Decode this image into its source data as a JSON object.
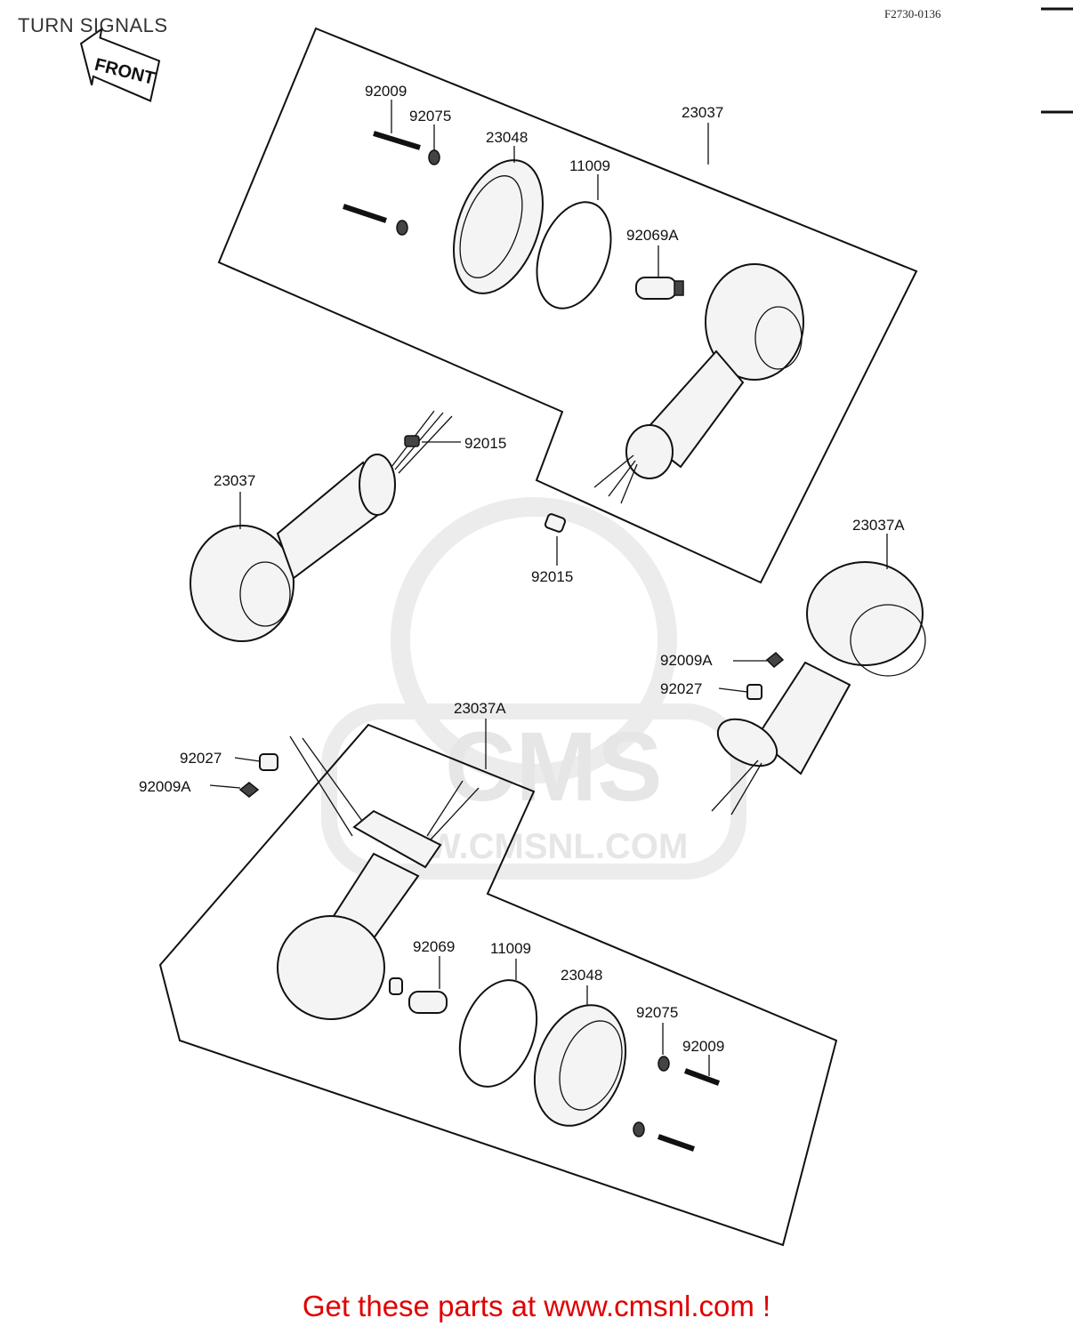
{
  "header": {
    "title": "TURN SIGNALS",
    "figure_code": "F2730-0136",
    "front_arrow": "FRONT"
  },
  "watermark": {
    "brand": "CMS",
    "url": "W.CMSNL.COM"
  },
  "callouts": {
    "p92009_top": "92009",
    "p92075_top": "92075",
    "p23048_top": "23048",
    "p11009_top": "11009",
    "p23037_top": "23037",
    "p92069A": "92069A",
    "p92015_upper": "92015",
    "p23037_left": "23037",
    "p92015_lower": "92015",
    "p23037A_right": "23037A",
    "p92009A_right": "92009A",
    "p92027_right": "92027",
    "p23037A_bottom": "23037A",
    "p92027_left": "92027",
    "p92009A_left": "92009A",
    "p92069": "92069",
    "p11009_bottom": "11009",
    "p23048_bottom": "23048",
    "p92075_bottom": "92075",
    "p92009_bottom": "92009"
  },
  "footer": {
    "cta": "Get these parts at www.cmsnl.com !",
    "cta_color": "#e00000"
  }
}
